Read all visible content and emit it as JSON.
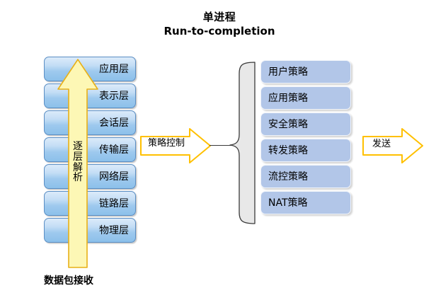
{
  "title": {
    "line1": "单进程",
    "line2": "Run-to-completion"
  },
  "osi_stack": {
    "layers": [
      {
        "label": "应用层"
      },
      {
        "label": "表示层"
      },
      {
        "label": "会话层"
      },
      {
        "label": "传输层"
      },
      {
        "label": "网络层"
      },
      {
        "label": "链路层"
      },
      {
        "label": "物理层"
      }
    ]
  },
  "vertical_arrow": {
    "chars": [
      "逐",
      "层",
      "解",
      "析"
    ],
    "text": "逐层解析",
    "direction": "up",
    "fill": "#fdf7b5",
    "border": "#e8b018"
  },
  "bottom_caption": {
    "text": "数据包接收"
  },
  "middle_arrow": {
    "label": "策略控制",
    "direction": "right",
    "fill": "#ffffff",
    "border": "#ffc000"
  },
  "brace": {
    "orientation": "left-curly",
    "fill": "#e8e8e8",
    "stroke": "#3a3a3a"
  },
  "policy_list": {
    "items": [
      {
        "label": "用户策略"
      },
      {
        "label": "应用策略"
      },
      {
        "label": "安全策略"
      },
      {
        "label": "转发策略"
      },
      {
        "label": "流控策略"
      },
      {
        "label": "NAT策略"
      }
    ],
    "fill": "#b2c6e8"
  },
  "send_arrow": {
    "label": "发送",
    "direction": "right",
    "fill": "#ffffff",
    "border": "#ffc000"
  },
  "colors": {
    "osi_box_border": "#5a8ec4",
    "osi_box_fill_top": "#dcebfa",
    "osi_box_fill_bottom": "#8cc0ea",
    "policy_fill": "#b2c6e8",
    "arrow_gold": "#ffc000",
    "arrow_yellow_fill": "#fdf7b5",
    "background": "#ffffff"
  }
}
